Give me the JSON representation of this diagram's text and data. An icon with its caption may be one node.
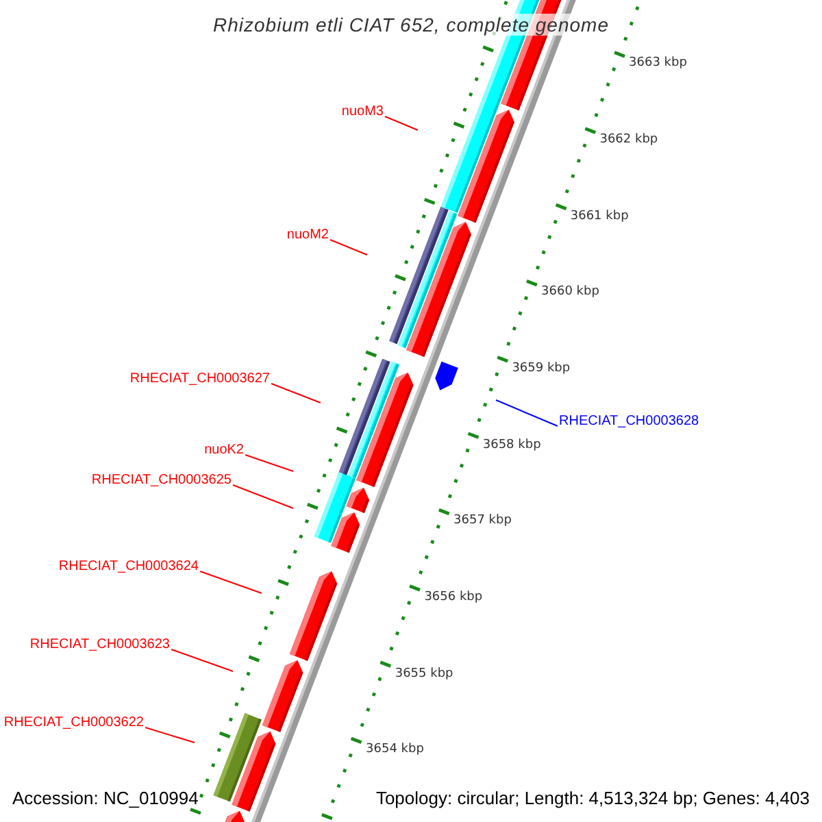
{
  "diagram": {
    "title": "Rhizobium etli CIAT 652, complete genome",
    "nodes": [
      {
        "text": [
          "nuoM3"
        ]
      },
      {
        "text": [
          "nuoM2"
        ]
      },
      {
        "text": [
          "RHECIAT_CH0003627"
        ]
      },
      {
        "text": [
          "nuoK2"
        ]
      },
      {
        "text": [
          "RHECIAT_CH0003625"
        ]
      },
      {
        "text": [
          "RHECIAT_CH0003624"
        ]
      },
      {
        "text": [
          "RHECIAT_CH0003623"
        ]
      },
      {
        "text": [
          "RHECIAT_CH0003622"
        ]
      },
      {
        "text": [
          "RHECIAT_CH0003628"
        ]
      }
    ],
    "edges": [
      {
        "from": 0,
        "to": null,
        "arrow": "none"
      },
      {
        "from": 1,
        "to": null,
        "arrow": "none"
      },
      {
        "from": 2,
        "to": null,
        "arrow": "none"
      },
      {
        "from": 3,
        "to": null,
        "arrow": "none"
      },
      {
        "from": 4,
        "to": null,
        "arrow": "none"
      },
      {
        "from": 5,
        "to": null,
        "arrow": "none"
      },
      {
        "from": 6,
        "to": null,
        "arrow": "none"
      },
      {
        "from": 7,
        "to": null,
        "arrow": "none"
      },
      {
        "from": 8,
        "to": null,
        "arrow": "none",
        "color": "#0000ff"
      }
    ],
    "labels": [
      "3663 kbp",
      "3662 kbp",
      "3661 kbp",
      "3660 kbp",
      "3659 kbp",
      "3658 kbp",
      "3657 kbp",
      "3656 kbp",
      "3655 kbp",
      "3654 kbp",
      "Accession: NC_010994",
      "Topology: circular; Length: 4,513,324 bp; Genes: 4,403"
    ]
  }
}
